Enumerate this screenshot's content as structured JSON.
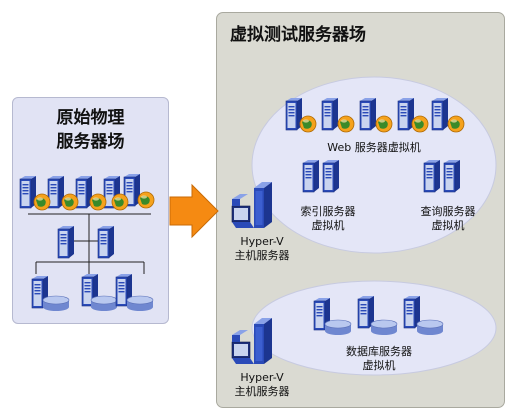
{
  "left": {
    "title_line1": "原始物理",
    "title_line2": "服务器场"
  },
  "right": {
    "title": "虚拟测试服务器场",
    "web_label": "Web 服务器虚拟机",
    "index_label_1": "索引服务器",
    "index_label_2": "虚拟机",
    "query_label_1": "查询服务器",
    "query_label_2": "虚拟机",
    "db_label_1": "数据库服务器",
    "db_label_2": "虚拟机",
    "host1_label_1": "Hyper-V",
    "host1_label_2": "主机服务器",
    "host2_label_1": "Hyper-V",
    "host2_label_2": "主机服务器"
  },
  "colors": {
    "left_panel_bg": "#e1e3f4",
    "right_panel_bg": "#dadad2",
    "ellipse_bg": "#e4e6f7",
    "server_blue": "#2a4ab8",
    "server_face": "#c9d4ef",
    "globe_orange": "#f5a21c",
    "arrow_orange": "#f58a12",
    "disk_blue": "#9fb3e6"
  },
  "icons": [
    "server-icon",
    "web-globe-icon",
    "database-disk-icon",
    "hyperv-host-icon",
    "arrow-right-icon"
  ]
}
